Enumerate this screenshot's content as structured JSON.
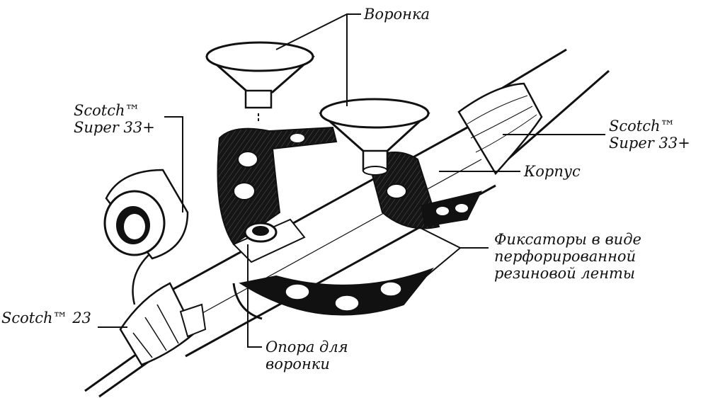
{
  "labels": {
    "funnel": "Воронка",
    "scotch_left_line1": "Scotch™",
    "scotch_left_line2": "Super 33+",
    "scotch_right_line1": "Scotch™",
    "scotch_right_line2": "Super 33+",
    "body": "Корпус",
    "clamps_line1": "Фиксаторы в виде",
    "clamps_line2": "перфорированной",
    "clamps_line3": "резиновой ленты",
    "scotch23": "Scotch™ 23",
    "support_line1": "Опора для",
    "support_line2": "воронки"
  },
  "colors": {
    "ink": "#111111",
    "paper": "#ffffff",
    "rubber": "#1a1a1a"
  }
}
